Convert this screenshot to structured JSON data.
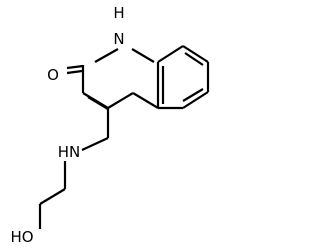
{
  "molecule": {
    "atoms": {
      "nh_ring": "H",
      "n_ring": "N",
      "o_carbonyl": "O",
      "hn_amine": "HN",
      "ho_hydroxyl": "HO"
    },
    "colors": {
      "bond": "#000000",
      "label": "#000000",
      "background": "#ffffff"
    }
  }
}
